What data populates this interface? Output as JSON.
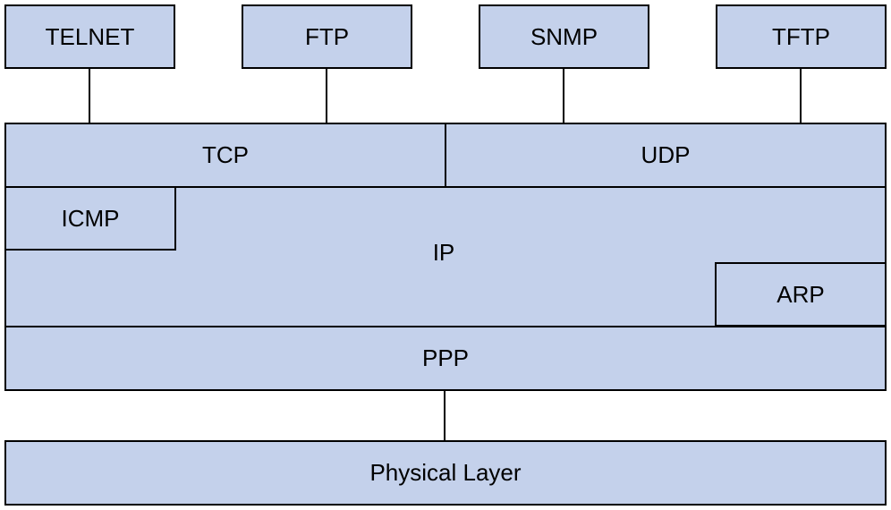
{
  "diagram": {
    "applications": [
      "TELNET",
      "FTP",
      "SNMP",
      "TFTP"
    ],
    "transport": {
      "tcp": "TCP",
      "udp": "UDP"
    },
    "network": {
      "ip": "IP",
      "icmp": "ICMP",
      "arp": "ARP"
    },
    "link": "PPP",
    "physical": "Physical Layer"
  },
  "colors": {
    "fill": "#c4d1eb",
    "stroke": "#000000"
  }
}
